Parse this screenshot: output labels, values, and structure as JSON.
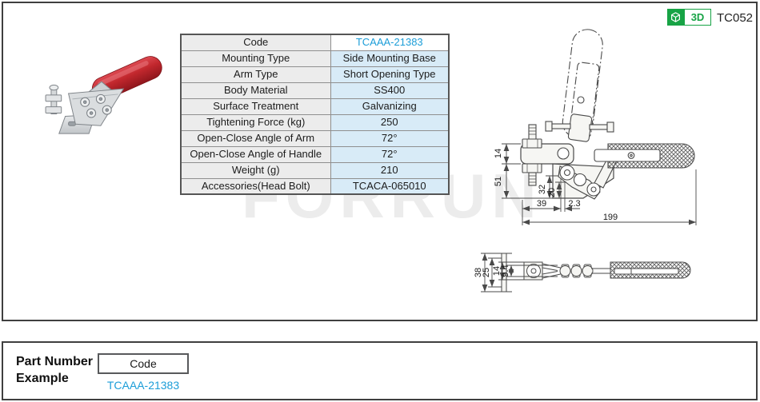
{
  "header": {
    "page_code": "TC052",
    "badge_3d_label": "3D"
  },
  "watermark": "FORRUN",
  "spec_table": {
    "rows": [
      {
        "label": "Code",
        "value": "TCAAA-21383",
        "accent": true
      },
      {
        "label": "Mounting Type",
        "value": "Side Mounting Base"
      },
      {
        "label": "Arm Type",
        "value": "Short Opening Type"
      },
      {
        "label": "Body Material",
        "value": "SS400"
      },
      {
        "label": "Surface Treatment",
        "value": "Galvanizing"
      },
      {
        "label": "Tightening Force (kg)",
        "value": "250"
      },
      {
        "label": "Open-Close Angle of Arm",
        "value": "72°"
      },
      {
        "label": "Open-Close Angle of Handle",
        "value": "72°"
      },
      {
        "label": "Weight (g)",
        "value": "210"
      },
      {
        "label": "Accessories(Head Bolt)",
        "value": "TCACA-065010"
      }
    ]
  },
  "side_drawing": {
    "dim_14": "14",
    "dim_51": "51",
    "dim_32": "32",
    "dim_20": "20",
    "dim_39": "39",
    "dim_2_3": "2.3",
    "dim_199": "199"
  },
  "plan_drawing": {
    "dim_38": "38",
    "dim_25": "25",
    "dim_14": "14",
    "dim_9_4": "9.4"
  },
  "part_number_example": {
    "title_line1": "Part Number",
    "title_line2": "Example",
    "code_label": "Code",
    "code_value": "TCAAA-21383"
  },
  "colors": {
    "accent_blue": "#1b9dd8",
    "brand_green": "#17a345",
    "table_label_bg": "#ececec",
    "table_value_bg": "#d8ebf7",
    "line_dark": "#4a4a4a",
    "watermark": "#ececec"
  }
}
